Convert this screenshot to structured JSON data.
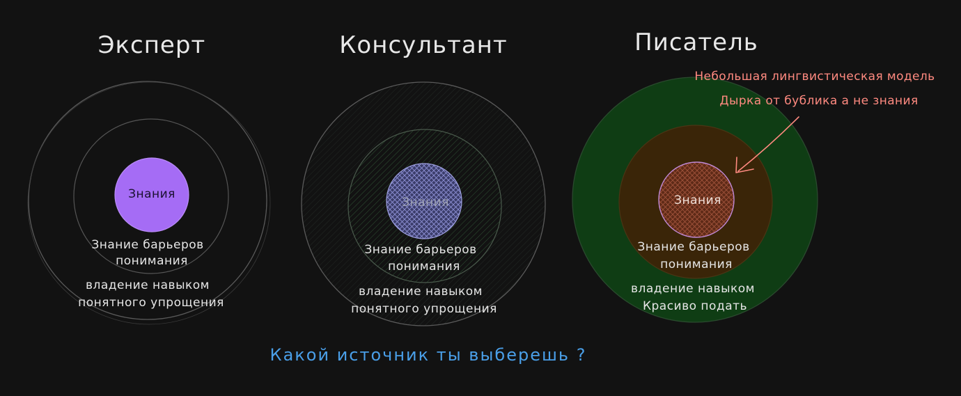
{
  "columns": [
    {
      "title": "Эксперт",
      "core_label": "Знания",
      "inner_label": [
        "Знание барьеров",
        "понимания"
      ],
      "outer_label": [
        "владение навыком",
        "понятного упрощения"
      ],
      "colors": {
        "core": "#a56cf5",
        "inner": "none",
        "outer": "none"
      }
    },
    {
      "title": "Консультант",
      "core_label": "Знания",
      "inner_label": [
        "Знание барьеров",
        "понимания"
      ],
      "outer_label": [
        "владение навыком",
        "понятного упрощения"
      ],
      "colors": {
        "core": "#5c5f9e",
        "inner": "#1a2a1c",
        "outer": "#171c18"
      }
    },
    {
      "title": "Писатель",
      "core_label": "Знания",
      "inner_label": [
        "Знание барьеров",
        "понимания"
      ],
      "outer_label": [
        "владение навыком",
        "Красиво подать"
      ],
      "colors": {
        "core": "#7a3a20",
        "inner": "#3a2508",
        "outer": "#0f3d14"
      }
    }
  ],
  "annotations": {
    "line1": "Небольшая лингвистическая модель",
    "line2": "Дырка от бублика а не знания"
  },
  "question": "Какой источник ты выберешь ?"
}
